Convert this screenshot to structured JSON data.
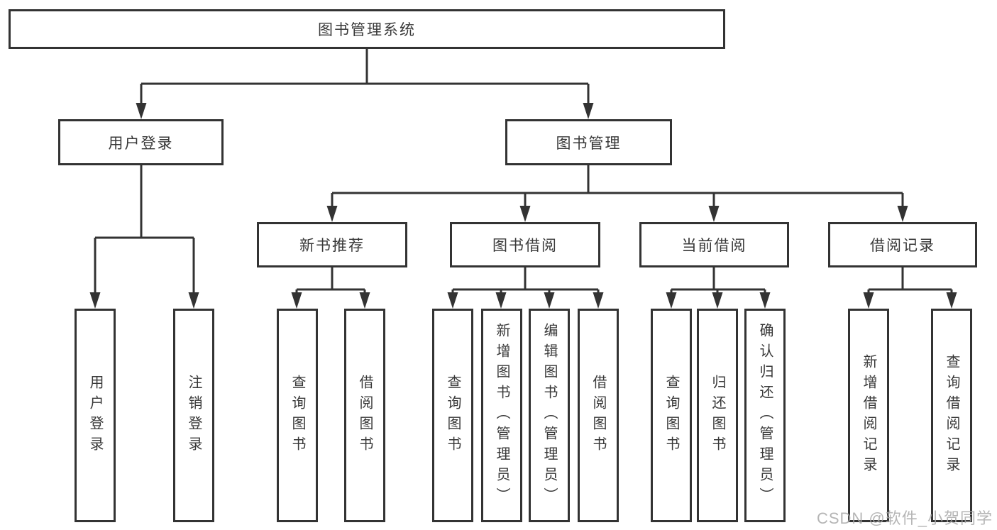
{
  "tree": {
    "root": {
      "label": "图书管理系统"
    },
    "children": [
      {
        "label": "用户登录",
        "children": [
          {
            "label": "用户登录"
          },
          {
            "label": "注销登录"
          }
        ]
      },
      {
        "label": "图书管理",
        "children": [
          {
            "label": "新书推荐",
            "children": [
              {
                "label": "查询图书"
              },
              {
                "label": "借阅图书"
              }
            ]
          },
          {
            "label": "图书借阅",
            "children": [
              {
                "label": "查询图书"
              },
              {
                "label": "新增图书（管理员）"
              },
              {
                "label": "编辑图书（管理员）"
              },
              {
                "label": "借阅图书"
              }
            ]
          },
          {
            "label": "当前借阅",
            "children": [
              {
                "label": "查询图书"
              },
              {
                "label": "归还图书"
              },
              {
                "label": "确认归还（管理员）"
              }
            ]
          },
          {
            "label": "借阅记录",
            "children": [
              {
                "label": "新增借阅记录"
              },
              {
                "label": "查询借阅记录"
              }
            ]
          }
        ]
      }
    ]
  },
  "watermark": "CSDN @软件_小贺同学",
  "colors": {
    "line": "#333333",
    "box_border": "#333333",
    "box_background": "#ffffff",
    "text": "#383838",
    "watermark": "#a8a8a8",
    "background": "#ffffff"
  }
}
